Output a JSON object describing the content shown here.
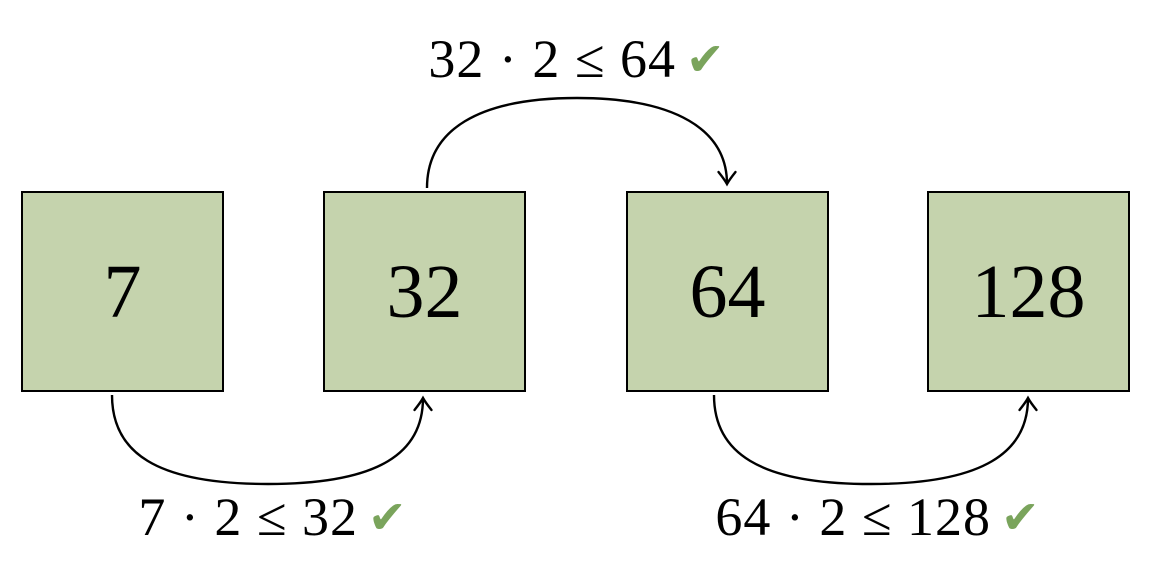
{
  "diagram": {
    "background_color": "#ffffff",
    "box_fill_color": "#c5d3ad",
    "box_border_color": "#000000",
    "check_color": "#7aa45c",
    "text_color": "#000000",
    "boxes": [
      {
        "value": "7"
      },
      {
        "value": "32"
      },
      {
        "value": "64"
      },
      {
        "value": "128"
      }
    ],
    "arrows": [
      {
        "from": "32",
        "to": "64",
        "position": "top",
        "label": "32 · 2 ≤ 64",
        "check": "✔"
      },
      {
        "from": "7",
        "to": "32",
        "position": "bottom-left",
        "label": "7 · 2 ≤ 32",
        "check": "✔"
      },
      {
        "from": "64",
        "to": "128",
        "position": "bottom-right",
        "label": "64 · 2 ≤ 128",
        "check": "✔"
      }
    ]
  }
}
